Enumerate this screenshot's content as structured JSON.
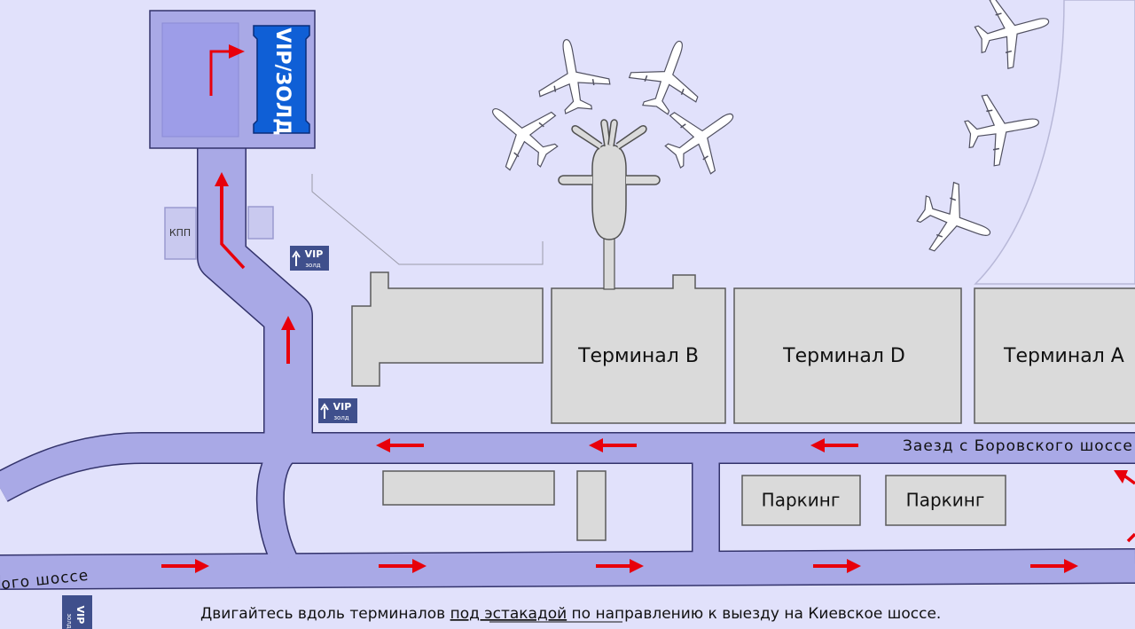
{
  "map": {
    "vip_building_label": "VIP/ЗОЛД",
    "checkpoint_label": "КПП",
    "vip_sign": {
      "line1": "VIP",
      "line2": "золд"
    },
    "terminals": [
      {
        "label": "Терминал B"
      },
      {
        "label": "Терминал D"
      },
      {
        "label": "Терминал A"
      }
    ],
    "parkings": [
      {
        "label": "Паркинг"
      },
      {
        "label": "Паркинг"
      }
    ],
    "road_top_label": "Заезд с Боровского шоссе",
    "road_bottom_label": "ого шоссе",
    "instruction": {
      "before": "Двигайтесь вдоль терминалов ",
      "underlined": "под эстакадой",
      "after": " по направлению к выезду на Киевское шоссе."
    }
  },
  "colors": {
    "background": "#e1e1fb",
    "road": "#a9a9e6",
    "road_edge": "#33336b",
    "building": "#dadada",
    "vip": "#0f5fd6",
    "arrow": "#e8000b",
    "sign": "#3f4f8c"
  }
}
